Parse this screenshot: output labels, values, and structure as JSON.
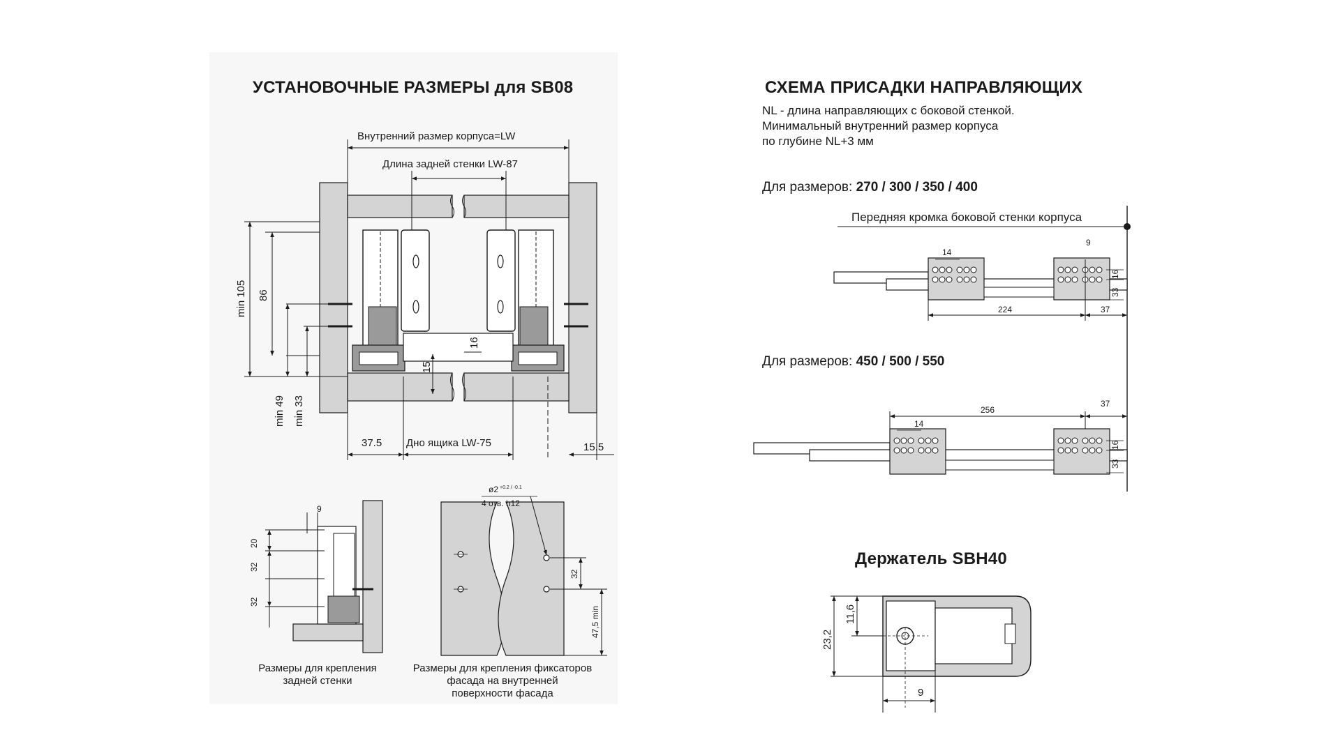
{
  "left": {
    "title": "УСТАНОВОЧНЫЕ РАЗМЕРЫ для SB08",
    "dims": {
      "inner_lw": "Внутренний размер корпуса=LW",
      "back_wall": "Длина задней стенки  LW-87",
      "bottom": "Дно ящика  LW-75",
      "d37_5": "37.5",
      "d15_5": "15.5",
      "min105": "min 105",
      "d86": "86",
      "min49": "min 49",
      "min33": "min 33",
      "d15": "15",
      "d16": "16"
    },
    "sub_left": {
      "d9": "9",
      "d20": "20",
      "d32a": "32",
      "d32b": "32",
      "caption_line1": "Размеры  для крепления",
      "caption_line2": "задней стенки"
    },
    "sub_right": {
      "hole_spec1": "ø2",
      "hole_tol": "+0.2 / -0.1",
      "hole_spec2": "4 отв. h12",
      "d32": "32",
      "d47_5": "47,5 min",
      "caption_line1": "Размеры для крепления фиксаторов",
      "caption_line2": "фасада на внутренней",
      "caption_line3": "поверхности фасада"
    }
  },
  "right": {
    "title": "СХЕМА ПРИСАДКИ НАПРАВЛЯЮЩИХ",
    "note_line1": "NL - длина направляющих с боковой стенкой.",
    "note_line2": "Минимальный внутренний размер корпуса",
    "note_line3": "по глубине NL+3 мм",
    "group1": {
      "label": "Для размеров: ",
      "sizes": "270 / 300 / 350 / 400",
      "edge_label": "Передняя кромка боковой стенки корпуса",
      "d14": "14",
      "d9": "9",
      "d16": "16",
      "d33": "33",
      "d224": "224",
      "d37": "37"
    },
    "group2": {
      "label": "Для размеров: ",
      "sizes": "450 / 500 / 550",
      "d256": "256",
      "d37": "37",
      "d14": "14",
      "d16": "16",
      "d33": "33"
    },
    "holder": {
      "title": "Держатель SBH40",
      "d11_6": "11,6",
      "d23_2": "23,2",
      "d9": "9"
    }
  },
  "colors": {
    "panel": "#d4d4d4",
    "line": "#1a1a1a",
    "metal": "#9a9a9a",
    "left_bg": "#f7f7f7"
  }
}
